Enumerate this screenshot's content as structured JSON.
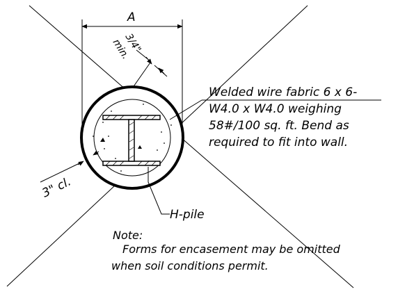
{
  "dimension_label": "A",
  "cover_min_line1": "3/4\"",
  "cover_min_line2": "min.",
  "clear_cover_label": "3\" cl.",
  "callout_wire_fabric": [
    "Welded wire fabric 6 x 6-",
    "W4.0 x W4.0 weighing",
    "58#/100 sq. ft. Bend as",
    "required to fit into wall."
  ],
  "callout_pile": "H-pile",
  "note_heading": "Note:",
  "note_lines": [
    "Forms for encasement may be omitted",
    "when soil conditions permit."
  ]
}
